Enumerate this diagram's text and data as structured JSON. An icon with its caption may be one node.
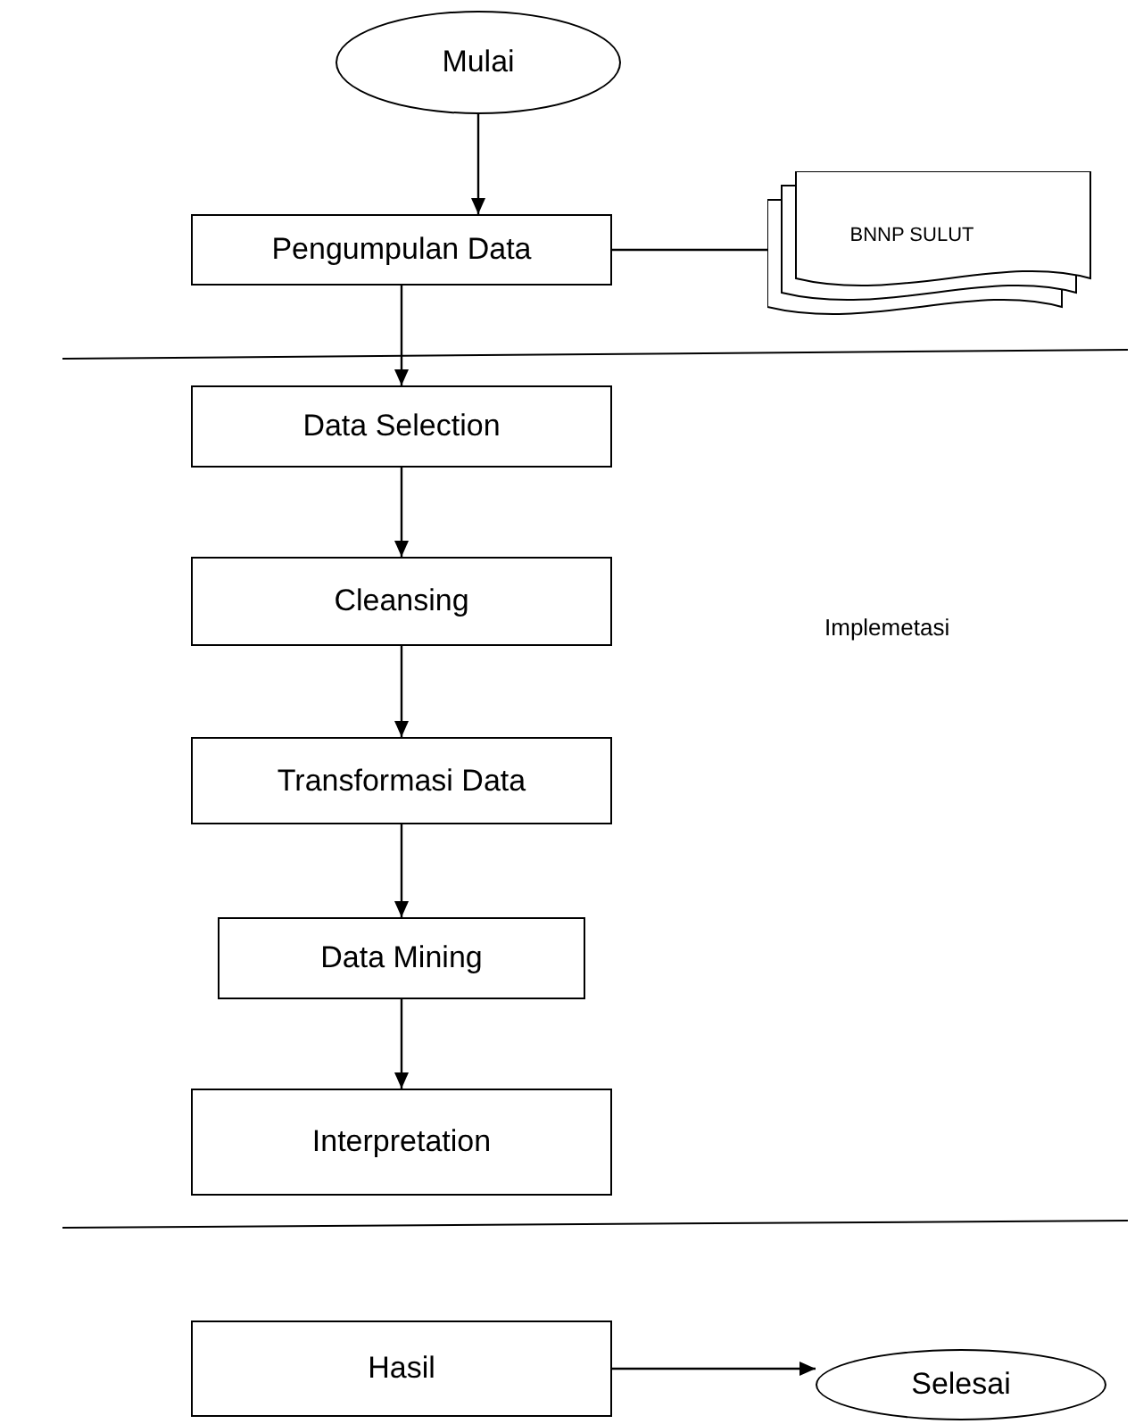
{
  "diagram": {
    "nodes": [
      {
        "text": [
          "Mulai"
        ]
      },
      {
        "text": [
          "Pengumpulan Data"
        ]
      },
      {
        "text": [
          "BNNP SULUT"
        ]
      },
      {
        "text": [
          "Data Selection"
        ]
      },
      {
        "text": [
          "Cleansing"
        ]
      },
      {
        "text": [
          "Transformasi Data"
        ]
      },
      {
        "text": [
          "Data Mining"
        ]
      },
      {
        "text": [
          "Interpretation"
        ]
      },
      {
        "text": [
          "Hasil"
        ]
      },
      {
        "text": [
          "Selesai"
        ]
      }
    ],
    "edges": [
      {
        "from": 0,
        "to": 1,
        "arrow": "to"
      },
      {
        "from": 1,
        "to": 2,
        "arrow": "none"
      },
      {
        "from": 1,
        "to": 3,
        "arrow": "to"
      },
      {
        "from": 3,
        "to": 4,
        "arrow": "to"
      },
      {
        "from": 4,
        "to": 5,
        "arrow": "to"
      },
      {
        "from": 5,
        "to": 6,
        "arrow": "to"
      },
      {
        "from": 6,
        "to": 7,
        "arrow": "to"
      },
      {
        "from": 8,
        "to": 9,
        "arrow": "to"
      }
    ],
    "labels": [
      "Implemetasi"
    ]
  }
}
